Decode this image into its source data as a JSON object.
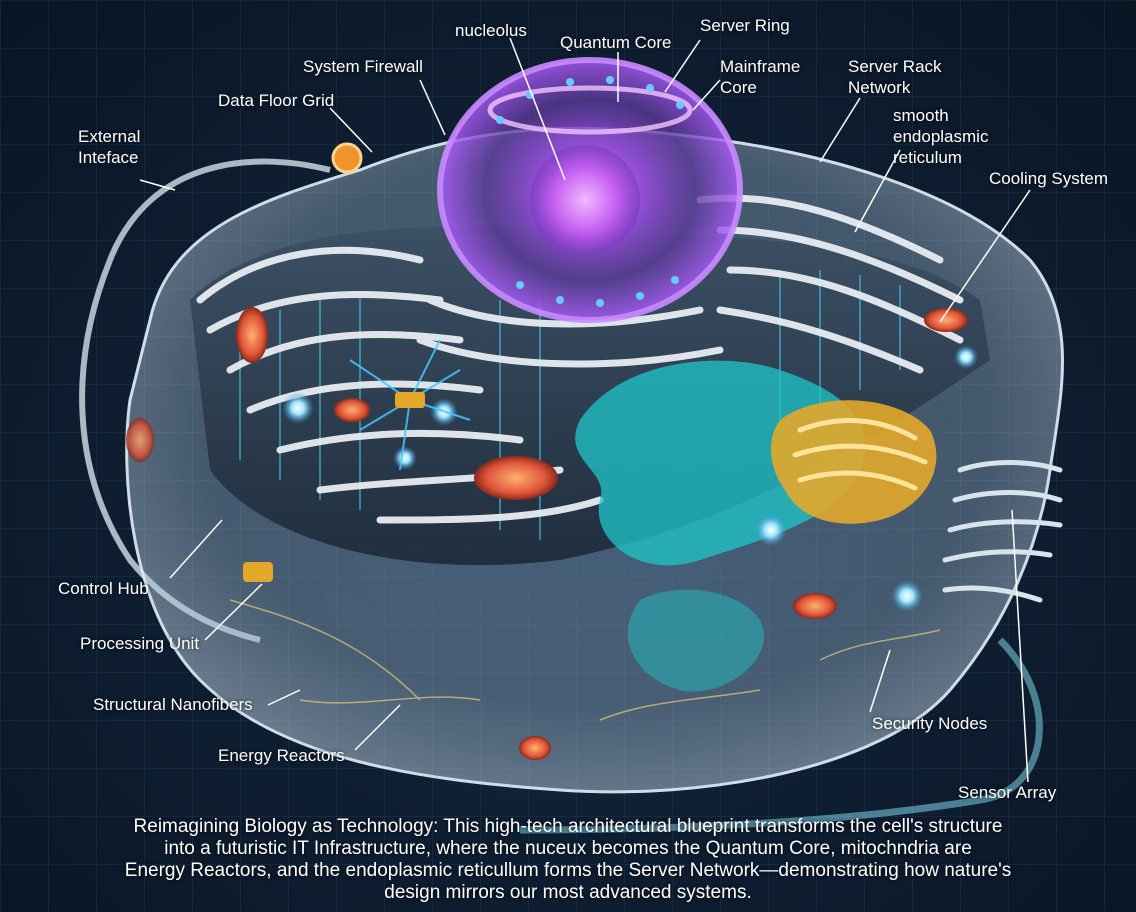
{
  "labels": {
    "nucleolus": "nucleolus",
    "quantum_core": "Quantum Core",
    "server_ring": "Server Ring",
    "mainframe_core": "Mainframe\nCore",
    "system_firewall": "System Firewall",
    "server_rack_network": "Server Rack\nNetwork",
    "data_floor_grid": "Data Floor Grid",
    "smooth_er": "smooth\nendoplasmic\nreticulum",
    "external_interface": "External\nInteface",
    "cooling_system": "Cooling System",
    "control_hub": "Control Hub",
    "processing_unit": "Processing Unit",
    "structural_nanofibers": "Structural Nanofibers",
    "security_nodes": "Security Nodes",
    "energy_reactors": "Energy Reactors",
    "sensor_array": "Sensor Array"
  },
  "caption": {
    "line1": "Reimagining Biology as Technology: This high-tech architectural blueprint transforms the cell's structure",
    "line2": "into a futuristic IT Infrastructure, where the nuceux becomes the Quantum Core, mitochndria are",
    "line3": "Energy Reactors, and the endoplasmic reticullum forms the Server Network—demonstrating how nature's",
    "line4": "design mirrors our most advanced systems."
  },
  "colors": {
    "membrane": "#c9dcea",
    "nucleus_glow": "#b05cff",
    "er_tubes": "#e8edf2",
    "teal_er": "#1fc7c9",
    "golgi": "#e3a82a",
    "mitochondria": "#e0553a",
    "node_glow": "#9fe6ff"
  }
}
